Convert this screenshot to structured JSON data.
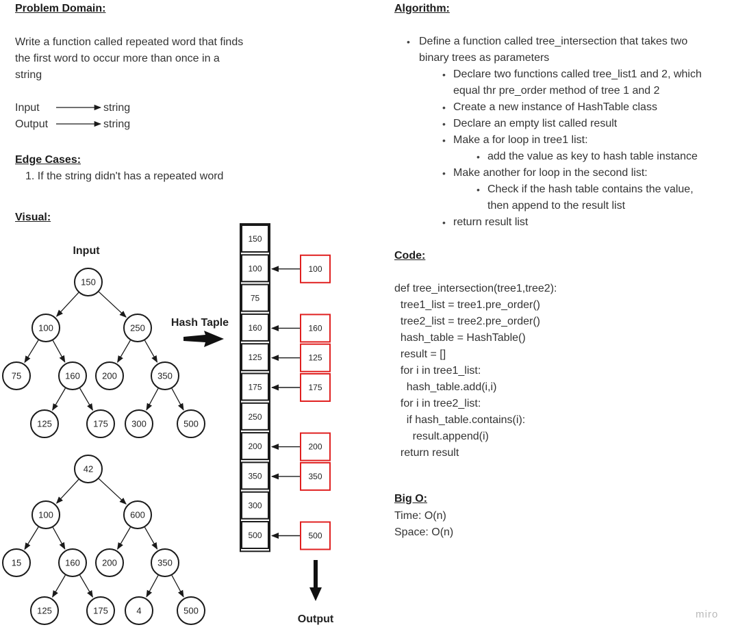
{
  "problem": {
    "heading": "Problem Domain",
    "text_lines": [
      "Write a function called repeated word that finds",
      "the first word to occur more than once in a",
      "string"
    ],
    "io": [
      {
        "label": "Input",
        "value": "string"
      },
      {
        "label": "Output",
        "value": "string"
      }
    ]
  },
  "edge": {
    "heading": "Edge Cases",
    "items": [
      "1. If the string didn't has a repeated word"
    ]
  },
  "visual": {
    "heading": "Visual",
    "input_label": "Input",
    "hash_label": "Hash Taple",
    "output_label": "Output",
    "tree1": [
      "150",
      "100",
      "250",
      "75",
      "160",
      "200",
      "350",
      "125",
      "175",
      "300",
      "500"
    ],
    "tree2": [
      "42",
      "100",
      "600",
      "15",
      "160",
      "200",
      "350",
      "125",
      "175",
      "4",
      "500"
    ],
    "hash_slots": [
      "150",
      "100",
      "75",
      "160",
      "125",
      "175",
      "250",
      "200",
      "350",
      "300",
      "500"
    ],
    "matches": [
      "100",
      "160",
      "125",
      "175",
      "200",
      "350",
      "500"
    ],
    "colors": {
      "match": "#e02020",
      "line": "#1a1a1a"
    }
  },
  "algorithm": {
    "heading": "Algorithm",
    "items": [
      {
        "level": 0,
        "lines": [
          "Define a function called tree_intersection that takes two",
          "binary trees as parameters"
        ]
      },
      {
        "level": 1,
        "lines": [
          "Declare two functions called tree_list1 and 2, which",
          "equal thr pre_order method of tree 1 and 2"
        ]
      },
      {
        "level": 1,
        "lines": [
          "Create a new instance of HashTable class"
        ]
      },
      {
        "level": 1,
        "lines": [
          "Declare an empty list called result"
        ]
      },
      {
        "level": 1,
        "lines": [
          "Make a for loop in tree1 list:"
        ]
      },
      {
        "level": 2,
        "lines": [
          "add the value as key to hash table instance"
        ]
      },
      {
        "level": 1,
        "lines": [
          "Make another for loop in the second list:"
        ]
      },
      {
        "level": 2,
        "lines": [
          "Check if the hash table contains the value,",
          "then append to the result list"
        ]
      },
      {
        "level": 1,
        "lines": [
          "return result list"
        ]
      }
    ]
  },
  "code": {
    "heading": "Code",
    "lines": [
      "def tree_intersection(tree1,tree2):",
      "  tree1_list = tree1.pre_order()",
      "  tree2_list = tree2.pre_order()",
      "  hash_table = HashTable()",
      "  result = []",
      "  for i in tree1_list:",
      "    hash_table.add(i,i)",
      "  for i in tree2_list:",
      "    if hash_table.contains(i):",
      "      result.append(i)",
      "  return result"
    ]
  },
  "bigo": {
    "heading": "Big O",
    "time": "Time: O(n)",
    "space": "Space: O(n)"
  },
  "watermark": "miro"
}
